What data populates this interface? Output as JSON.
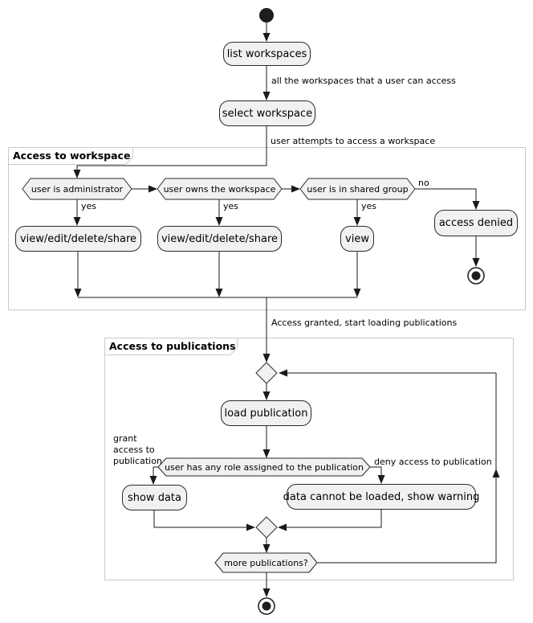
{
  "diagram": {
    "type": "uml-activity-diagram",
    "colors": {
      "node_fill": "#f1f1f1",
      "node_border": "#2a2a2a",
      "edge_line": "#1a1a1a",
      "frame_border": "#c9c9c9",
      "background": "#ffffff",
      "text": "#000000"
    },
    "partitions": [
      {
        "title": "Access to workspace"
      },
      {
        "title": "Access to publications"
      }
    ],
    "nodes": {
      "list_workspaces": "list workspaces",
      "select_workspace": "select workspace",
      "user_is_administrator": "user is administrator",
      "user_owns_workspace": "user owns the workspace",
      "user_in_shared_group": "user is in shared group",
      "view_edit_delete_share": "view/edit/delete/share",
      "view": "view",
      "access_denied": "access denied",
      "load_publication": "load publication",
      "user_has_role": "user has any role assigned to the publication",
      "show_data": "show data",
      "data_cannot_be_loaded": "data cannot be loaded, show warning",
      "more_publications": "more publications?"
    },
    "edge_labels": {
      "all_workspaces": "all the workspaces that a user can access",
      "user_attempts": "user attempts to access a workspace",
      "yes": "yes",
      "no": "no",
      "access_granted": "Access granted, start loading publications",
      "grant_lines": [
        "grant",
        "access to",
        "publication"
      ],
      "deny_access": "deny access to publication"
    }
  }
}
